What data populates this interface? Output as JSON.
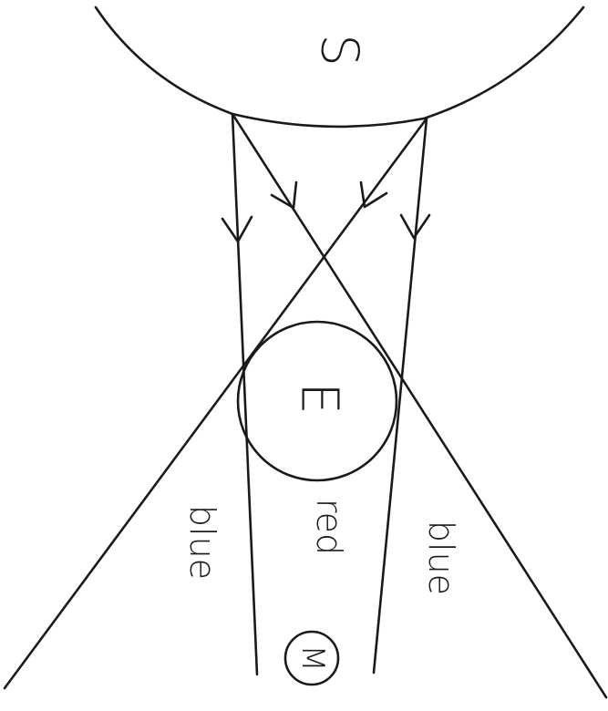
{
  "labels": {
    "sun": "S",
    "earth": "E",
    "moon": "M",
    "left_band": "blue",
    "center_band": "red",
    "right_band": "blue"
  },
  "colors": {
    "ink": "#1a1a1a",
    "background": "#ffffff"
  }
}
